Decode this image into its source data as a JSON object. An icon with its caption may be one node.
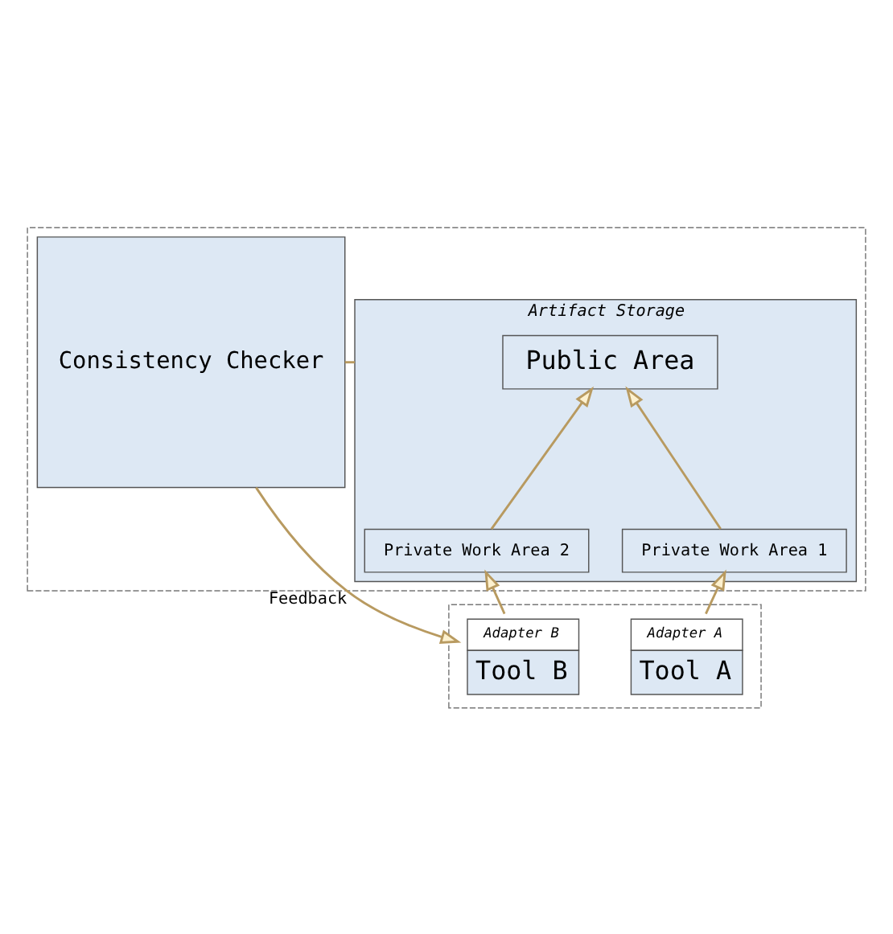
{
  "diagram": {
    "nodes": [
      {
        "text": [],
        "shape": "box"
      },
      {
        "text": [
          "Artifact Storage"
        ],
        "in": 0
      },
      {
        "text": [
          "Public Area"
        ],
        "in": 1
      },
      {
        "text": [
          "Private Work Area 1"
        ],
        "in": 1
      },
      {
        "text": [
          "Private Work Area 2"
        ],
        "in": 1
      },
      {
        "text": [
          "Consistency Checker"
        ],
        "in": 0
      },
      {
        "text": [],
        "shape": "box"
      },
      {
        "text": [
          "Adapter A",
          "Tool A"
        ],
        "in": 6
      },
      {
        "text": [
          "Adapter B",
          "Tool B"
        ],
        "in": 6
      }
    ],
    "edges": [
      {
        "from": 3,
        "to": 2,
        "arrow": "to"
      },
      {
        "from": 4,
        "to": 2,
        "arrow": "to"
      },
      {
        "from": 7,
        "to": 3,
        "arrow": "to"
      },
      {
        "from": 8,
        "to": 4,
        "arrow": "to"
      },
      {
        "from": 1,
        "to": 5,
        "arrow": "none"
      },
      {
        "from": 5,
        "to": 8,
        "arrow": "to",
        "label": "Feedback"
      }
    ]
  }
}
